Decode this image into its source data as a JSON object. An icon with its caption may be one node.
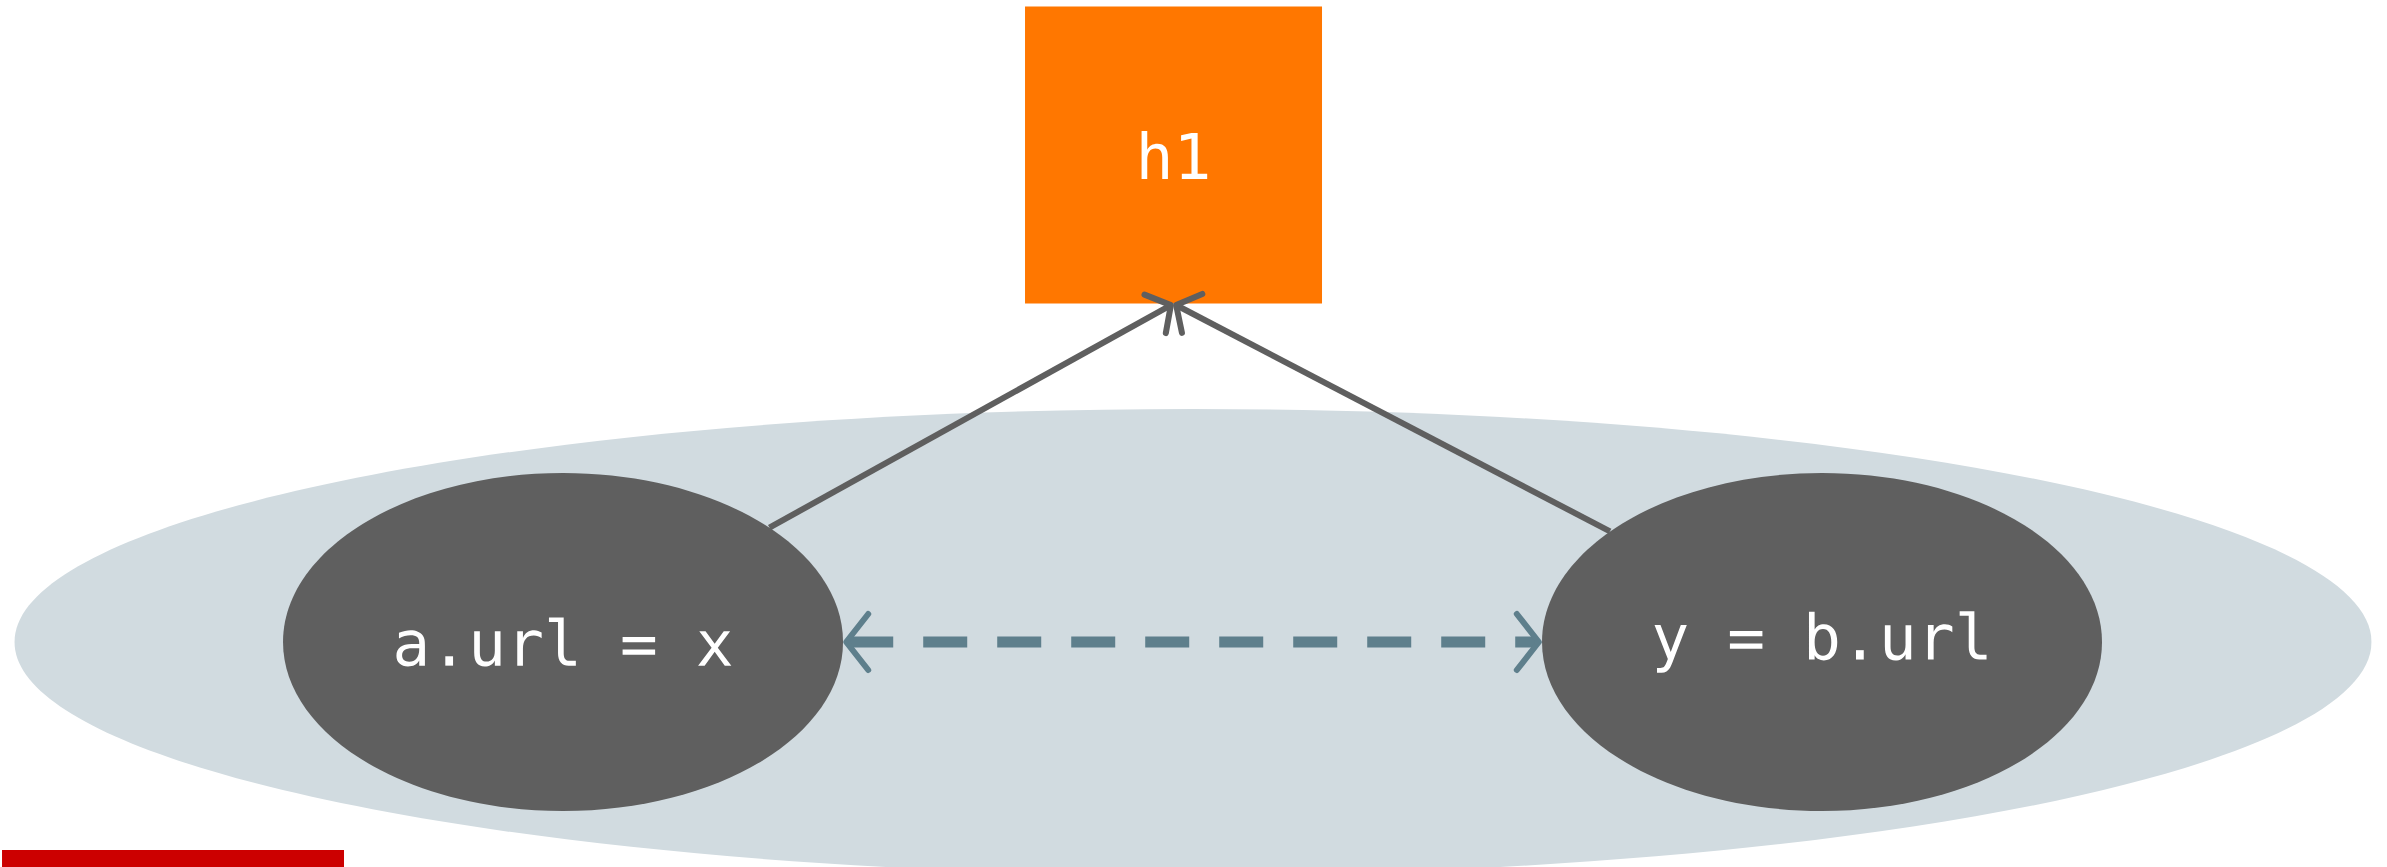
{
  "diagram": {
    "nodes": [
      {
        "text": [
          "h1"
        ]
      },
      {
        "text": [],
        "shape": "ellipse"
      },
      {
        "text": [
          "a.url = x"
        ],
        "in": 1
      },
      {
        "text": [
          "y = b.url"
        ],
        "in": 1
      },
      {
        "text": [],
        "shape": "bar"
      }
    ],
    "edges": [
      {
        "from": 2,
        "to": 0,
        "arrow": "to"
      },
      {
        "from": 3,
        "to": 0,
        "arrow": "to"
      },
      {
        "from": 2,
        "to": 3,
        "arrow": "both",
        "style": "dashed",
        "color": "#5e7f8c"
      }
    ]
  }
}
